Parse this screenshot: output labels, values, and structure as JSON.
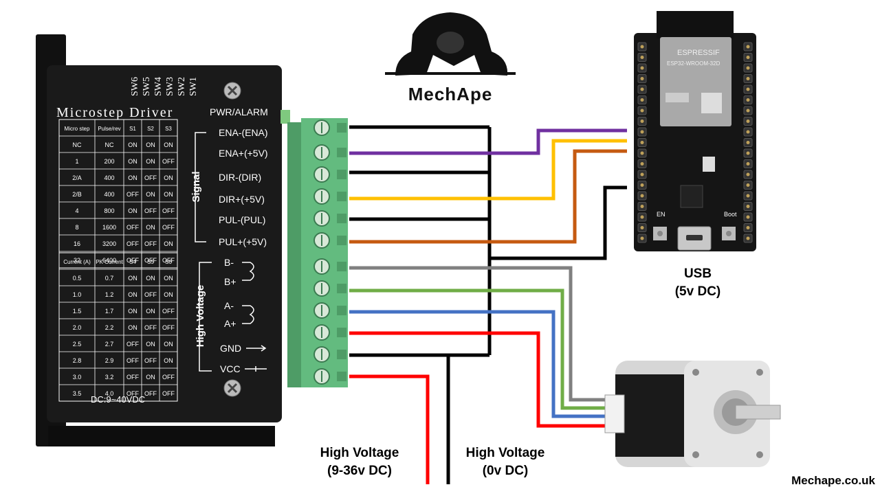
{
  "brand": {
    "logo_text": "MechApe",
    "footer": "Mechape.co.uk"
  },
  "driver": {
    "title": "Microstep Driver",
    "power_alarm": "PWR/ALARM",
    "dc_rating": "DC:9~40VDC",
    "switches": [
      "SW6",
      "SW5",
      "SW4",
      "SW3",
      "SW2",
      "SW1"
    ],
    "signal_group": "Signal",
    "hv_group": "High Voltage",
    "terminals": [
      "ENA-(ENA)",
      "ENA+(+5V)",
      "DIR-(DIR)",
      "DIR+(+5V)",
      "PUL-(PUL)",
      "PUL+(+5V)",
      "B-",
      "B+",
      "A-",
      "A+",
      "GND",
      "VCC"
    ],
    "microstep_table": {
      "headers": [
        "Micro step",
        "Pulse/rev",
        "S1",
        "S2",
        "S3"
      ],
      "rows": [
        [
          "NC",
          "NC",
          "ON",
          "ON",
          "ON"
        ],
        [
          "1",
          "200",
          "ON",
          "ON",
          "OFF"
        ],
        [
          "2/A",
          "400",
          "ON",
          "OFF",
          "ON"
        ],
        [
          "2/B",
          "400",
          "OFF",
          "ON",
          "ON"
        ],
        [
          "4",
          "800",
          "ON",
          "OFF",
          "OFF"
        ],
        [
          "8",
          "1600",
          "OFF",
          "ON",
          "OFF"
        ],
        [
          "16",
          "3200",
          "OFF",
          "OFF",
          "ON"
        ],
        [
          "32",
          "6400",
          "OFF",
          "OFF",
          "OFF"
        ]
      ]
    },
    "current_table": {
      "headers": [
        "Current (A)",
        "PK Current",
        "S4",
        "S5",
        "S6"
      ],
      "rows": [
        [
          "0.5",
          "0.7",
          "ON",
          "ON",
          "ON"
        ],
        [
          "1.0",
          "1.2",
          "ON",
          "OFF",
          "ON"
        ],
        [
          "1.5",
          "1.7",
          "ON",
          "ON",
          "OFF"
        ],
        [
          "2.0",
          "2.2",
          "ON",
          "OFF",
          "OFF"
        ],
        [
          "2.5",
          "2.7",
          "OFF",
          "ON",
          "ON"
        ],
        [
          "2.8",
          "2.9",
          "OFF",
          "OFF",
          "ON"
        ],
        [
          "3.0",
          "3.2",
          "OFF",
          "ON",
          "OFF"
        ],
        [
          "3.5",
          "4.0",
          "OFF",
          "OFF",
          "OFF"
        ]
      ]
    }
  },
  "esp32": {
    "module_brand": "ESPRESSIF",
    "module_model": "ESP32-WROOM-32D",
    "button_en": "EN",
    "button_boot": "Boot",
    "usb_label_line1": "USB",
    "usb_label_line2": "(5v DC)"
  },
  "power": {
    "hv_plus_line1": "High Voltage",
    "hv_plus_line2": "(9-36v DC)",
    "hv_zero_line1": "High Voltage",
    "hv_zero_line2": "(0v DC)"
  },
  "wire_colors": {
    "black": "#000000",
    "purple": "#7030a0",
    "yellow": "#ffc000",
    "orange": "#c55a11",
    "gray": "#808080",
    "green": "#70ad47",
    "blue": "#4472c4",
    "red": "#ff0000",
    "terminal_green": "#5fb878"
  }
}
